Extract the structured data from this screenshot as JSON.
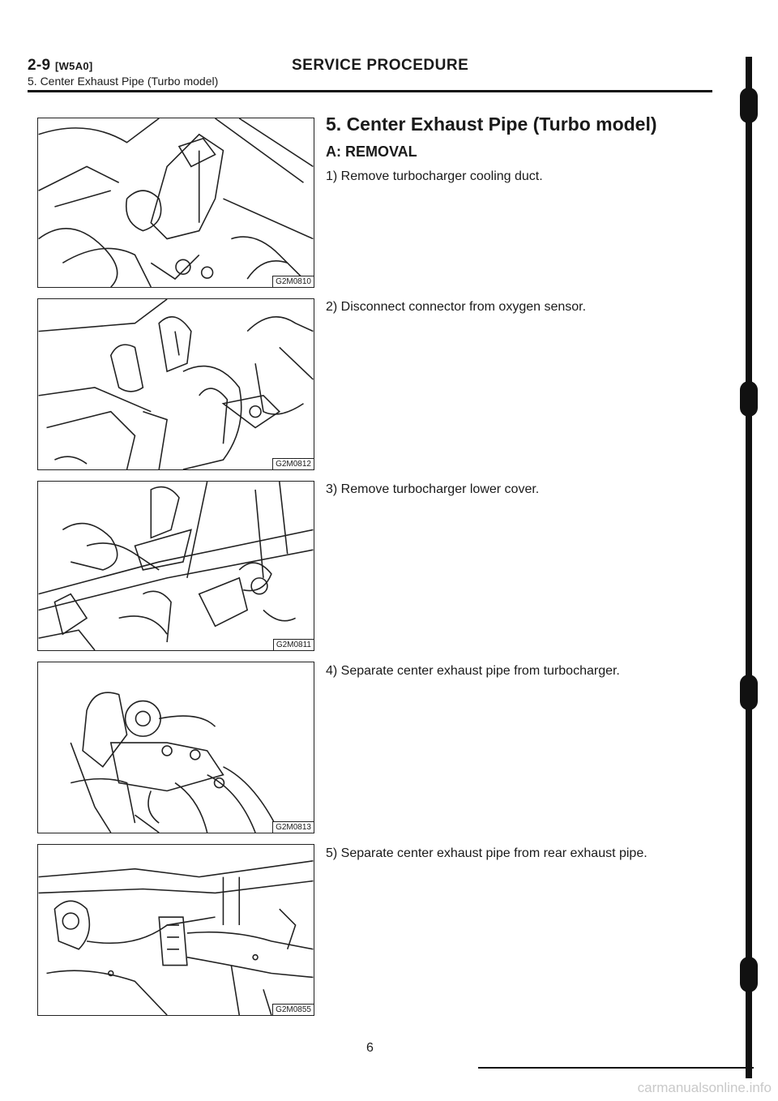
{
  "header": {
    "page_code": "2-9",
    "section_code": "[W5A0]",
    "title": "SERVICE PROCEDURE",
    "subtitle": "5. Center Exhaust Pipe (Turbo model)"
  },
  "section": {
    "title": "5. Center Exhaust Pipe (Turbo model)",
    "subtitle": "A: REMOVAL"
  },
  "steps": [
    "1) Remove turbocharger cooling duct.",
    "2) Disconnect connector from oxygen sensor.",
    "3) Remove turbocharger lower cover.",
    "4) Separate center exhaust pipe from turbocharger.",
    "5) Separate center exhaust pipe from rear exhaust pipe."
  ],
  "figures": [
    {
      "code": "G2M0810"
    },
    {
      "code": "G2M0812"
    },
    {
      "code": "G2M0811"
    },
    {
      "code": "G2M0813"
    },
    {
      "code": "G2M0855"
    }
  ],
  "page_number": "6",
  "watermark": "carmanualsonline.info"
}
